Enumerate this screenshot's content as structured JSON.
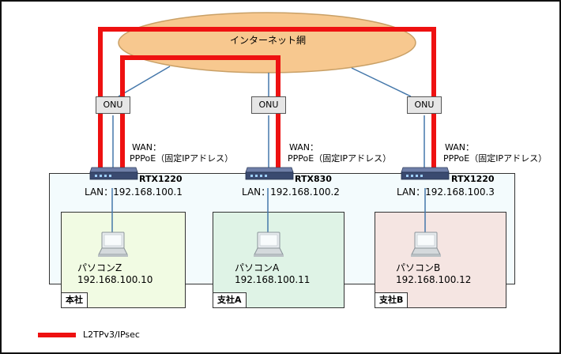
{
  "internet": {
    "label": "インターネット網"
  },
  "onu_label": "ONU",
  "wan": {
    "line1": "WAN：",
    "line2": "PPPoE（固定IPアドレス）"
  },
  "routers": [
    {
      "model": "RTX1220",
      "lan": "LAN：192.168.100.1"
    },
    {
      "model": "RTX830",
      "lan": "LAN：192.168.100.2"
    },
    {
      "model": "RTX1220",
      "lan": "LAN：192.168.100.3"
    }
  ],
  "sites": [
    {
      "name": "本社",
      "pc_name": "パソコンZ",
      "pc_ip": "192.168.100.10",
      "color": "#f1fbe3"
    },
    {
      "name": "支社A",
      "pc_name": "パソコンA",
      "pc_ip": "192.168.100.11",
      "color": "#dff3e6"
    },
    {
      "name": "支社B",
      "pc_name": "パソコンB",
      "pc_ip": "192.168.100.12",
      "color": "#f5e5e2"
    }
  ],
  "legend": {
    "label": "L2TPv3/IPsec",
    "color": "#ee1111"
  },
  "colors": {
    "cloud": "#f7c88f",
    "link": "#4477aa",
    "vpn": "#ee1111"
  }
}
